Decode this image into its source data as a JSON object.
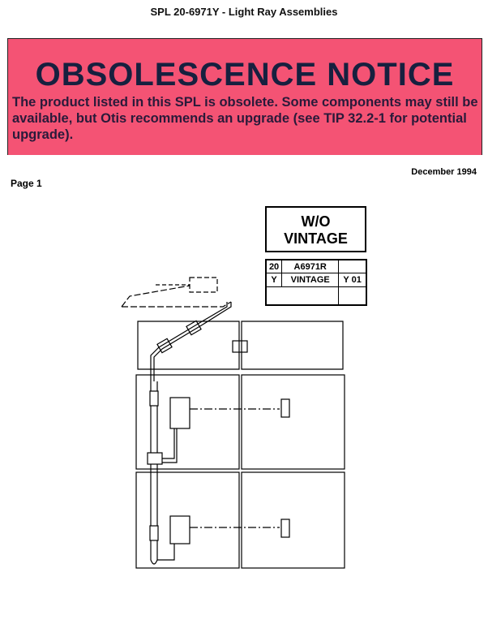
{
  "header": {
    "title": "SPL 20-6971Y  -  Light Ray Assemblies"
  },
  "notice": {
    "title": "OBSOLESCENCE NOTICE",
    "text": "The product listed in this SPL is obsolete. Some components may still be available, but Otis recommends an upgrade (see TIP 32.2-1 for potential upgrade).",
    "bg_color": "#f45374"
  },
  "date": "December 1994",
  "page": "Page 1",
  "vintage_box": {
    "line1": "W/O",
    "line2": "VINTAGE"
  },
  "vintage_table": {
    "r1": [
      "20",
      "A6971R",
      ""
    ],
    "r2": [
      "Y",
      "VINTAGE",
      "Y 01"
    ]
  }
}
